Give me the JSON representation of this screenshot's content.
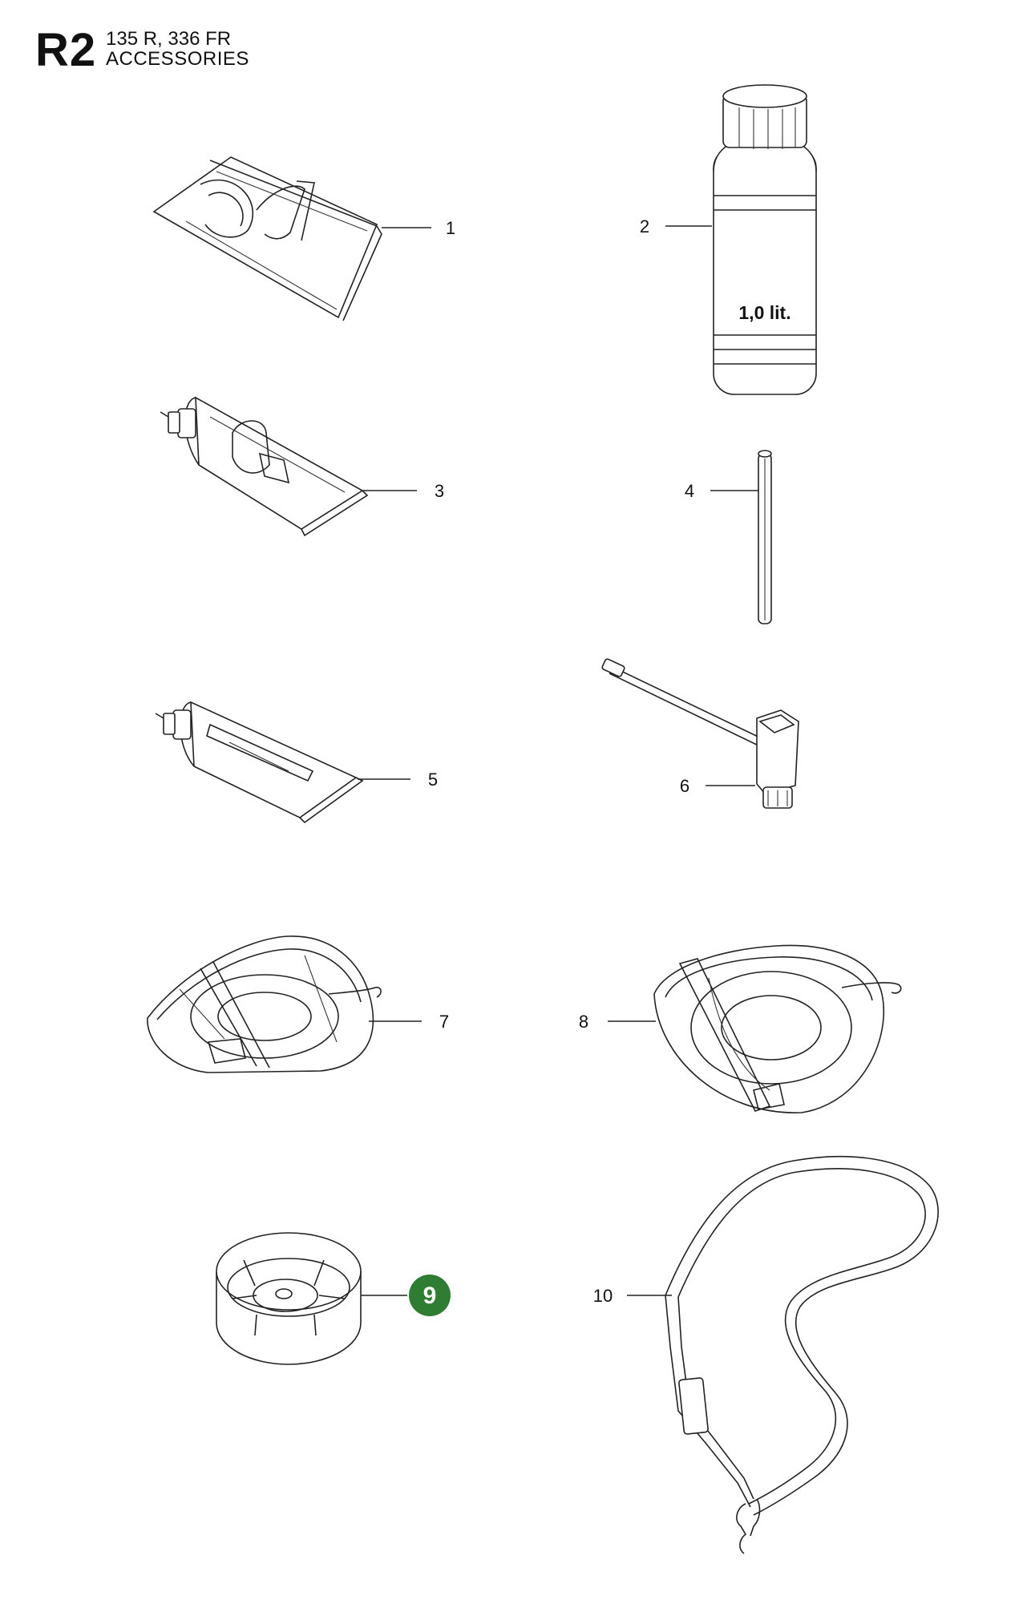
{
  "header": {
    "code": "R2",
    "models": "135 R, 336 FR",
    "section": "ACCESSORIES"
  },
  "callouts": [
    {
      "number": "1",
      "part": "carrying-bag"
    },
    {
      "number": "2",
      "part": "oil-bottle"
    },
    {
      "number": "3",
      "part": "grease-tube"
    },
    {
      "number": "4",
      "part": "pin"
    },
    {
      "number": "5",
      "part": "grease-tube"
    },
    {
      "number": "6",
      "part": "combination-spanner"
    },
    {
      "number": "7",
      "part": "blade-guard"
    },
    {
      "number": "8",
      "part": "trimmer-guard"
    },
    {
      "number": "9",
      "part": "support-cup",
      "highlighted": true
    },
    {
      "number": "10",
      "part": "harness-strap"
    }
  ],
  "bottle_label": "1,0 lit.",
  "colors": {
    "highlight": "#2e7d32",
    "highlight_text": "#ffffff",
    "line": "#222222"
  }
}
